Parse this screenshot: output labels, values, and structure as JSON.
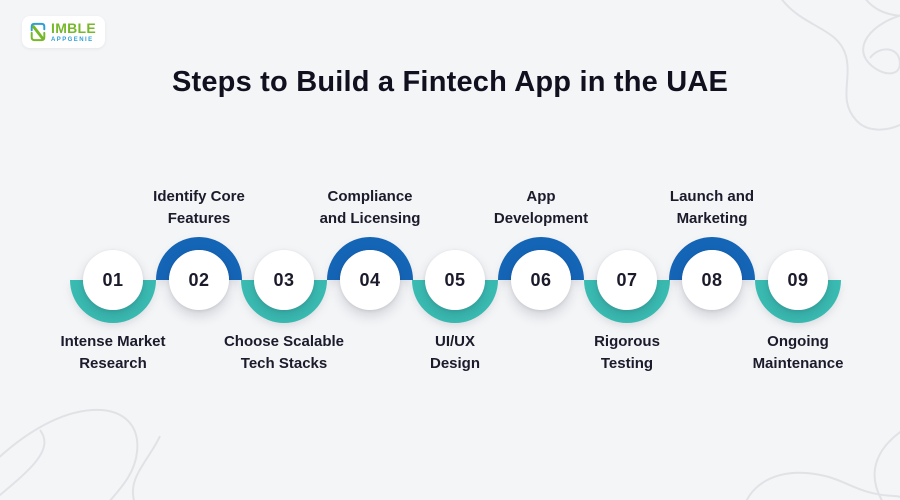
{
  "logo": {
    "main": "IMBLE",
    "sub": "APPGENIE"
  },
  "title": "Steps to Build a Fintech App in the UAE",
  "colors": {
    "teal": "#3ABCB2",
    "blue": "#1565B7",
    "background": "#F4F5F7",
    "text_dark": "#1B1B2B",
    "logo_green": "#76B82A",
    "logo_blue": "#2E9FD4"
  },
  "steps": [
    {
      "number": "01",
      "label_line1": "Intense Market",
      "label_line2": "Research",
      "label_position": "below",
      "arc_color": "teal"
    },
    {
      "number": "02",
      "label_line1": "Identify Core",
      "label_line2": "Features",
      "label_position": "above",
      "arc_color": "blue"
    },
    {
      "number": "03",
      "label_line1": "Choose Scalable",
      "label_line2": "Tech Stacks",
      "label_position": "below",
      "arc_color": "teal"
    },
    {
      "number": "04",
      "label_line1": "Compliance",
      "label_line2": "and Licensing",
      "label_position": "above",
      "arc_color": "blue"
    },
    {
      "number": "05",
      "label_line1": "UI/UX",
      "label_line2": "Design",
      "label_position": "below",
      "arc_color": "teal"
    },
    {
      "number": "06",
      "label_line1": "App",
      "label_line2": "Development",
      "label_position": "above",
      "arc_color": "blue"
    },
    {
      "number": "07",
      "label_line1": "Rigorous",
      "label_line2": "Testing",
      "label_position": "below",
      "arc_color": "teal"
    },
    {
      "number": "08",
      "label_line1": "Launch and",
      "label_line2": "Marketing",
      "label_position": "above",
      "arc_color": "blue"
    },
    {
      "number": "09",
      "label_line1": "Ongoing",
      "label_line2": "Maintenance",
      "label_position": "below",
      "arc_color": "teal"
    }
  ]
}
